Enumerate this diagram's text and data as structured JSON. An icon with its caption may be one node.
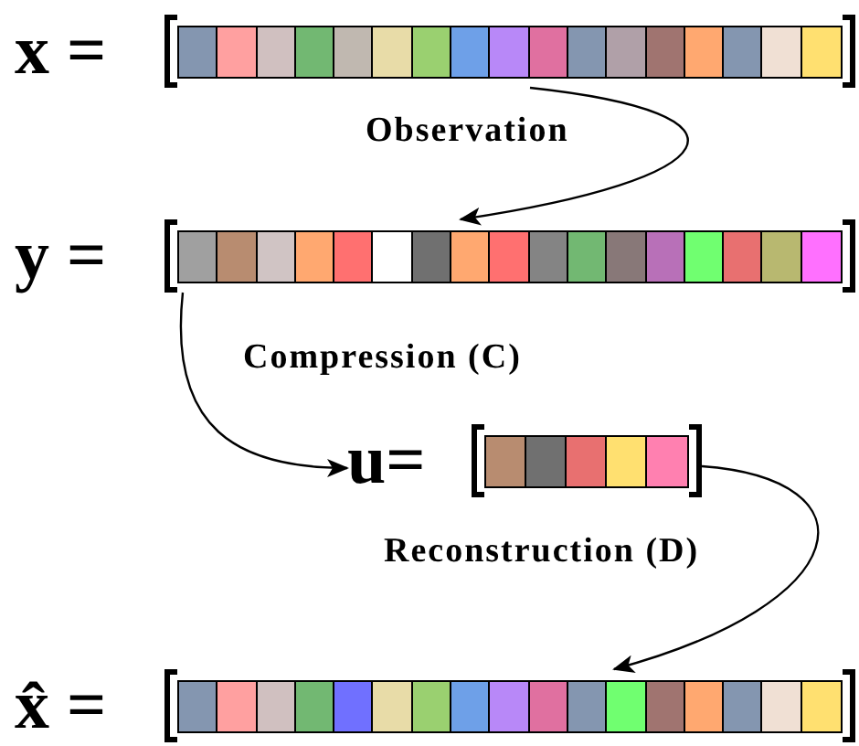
{
  "diagram": {
    "nodes": [
      {
        "text": [
          "x ="
        ]
      },
      {
        "text": [
          "y ="
        ]
      },
      {
        "text": [
          "u="
        ]
      },
      {
        "text": [
          "x̂ ="
        ]
      }
    ],
    "edges": [
      {
        "from": 0,
        "to": 1,
        "arrow": "to",
        "label": "Observation"
      },
      {
        "from": 1,
        "to": 2,
        "arrow": "to",
        "label": "Compression (C)"
      },
      {
        "from": 2,
        "to": 3,
        "arrow": "to",
        "label": "Reconstruction (D)"
      }
    ]
  }
}
